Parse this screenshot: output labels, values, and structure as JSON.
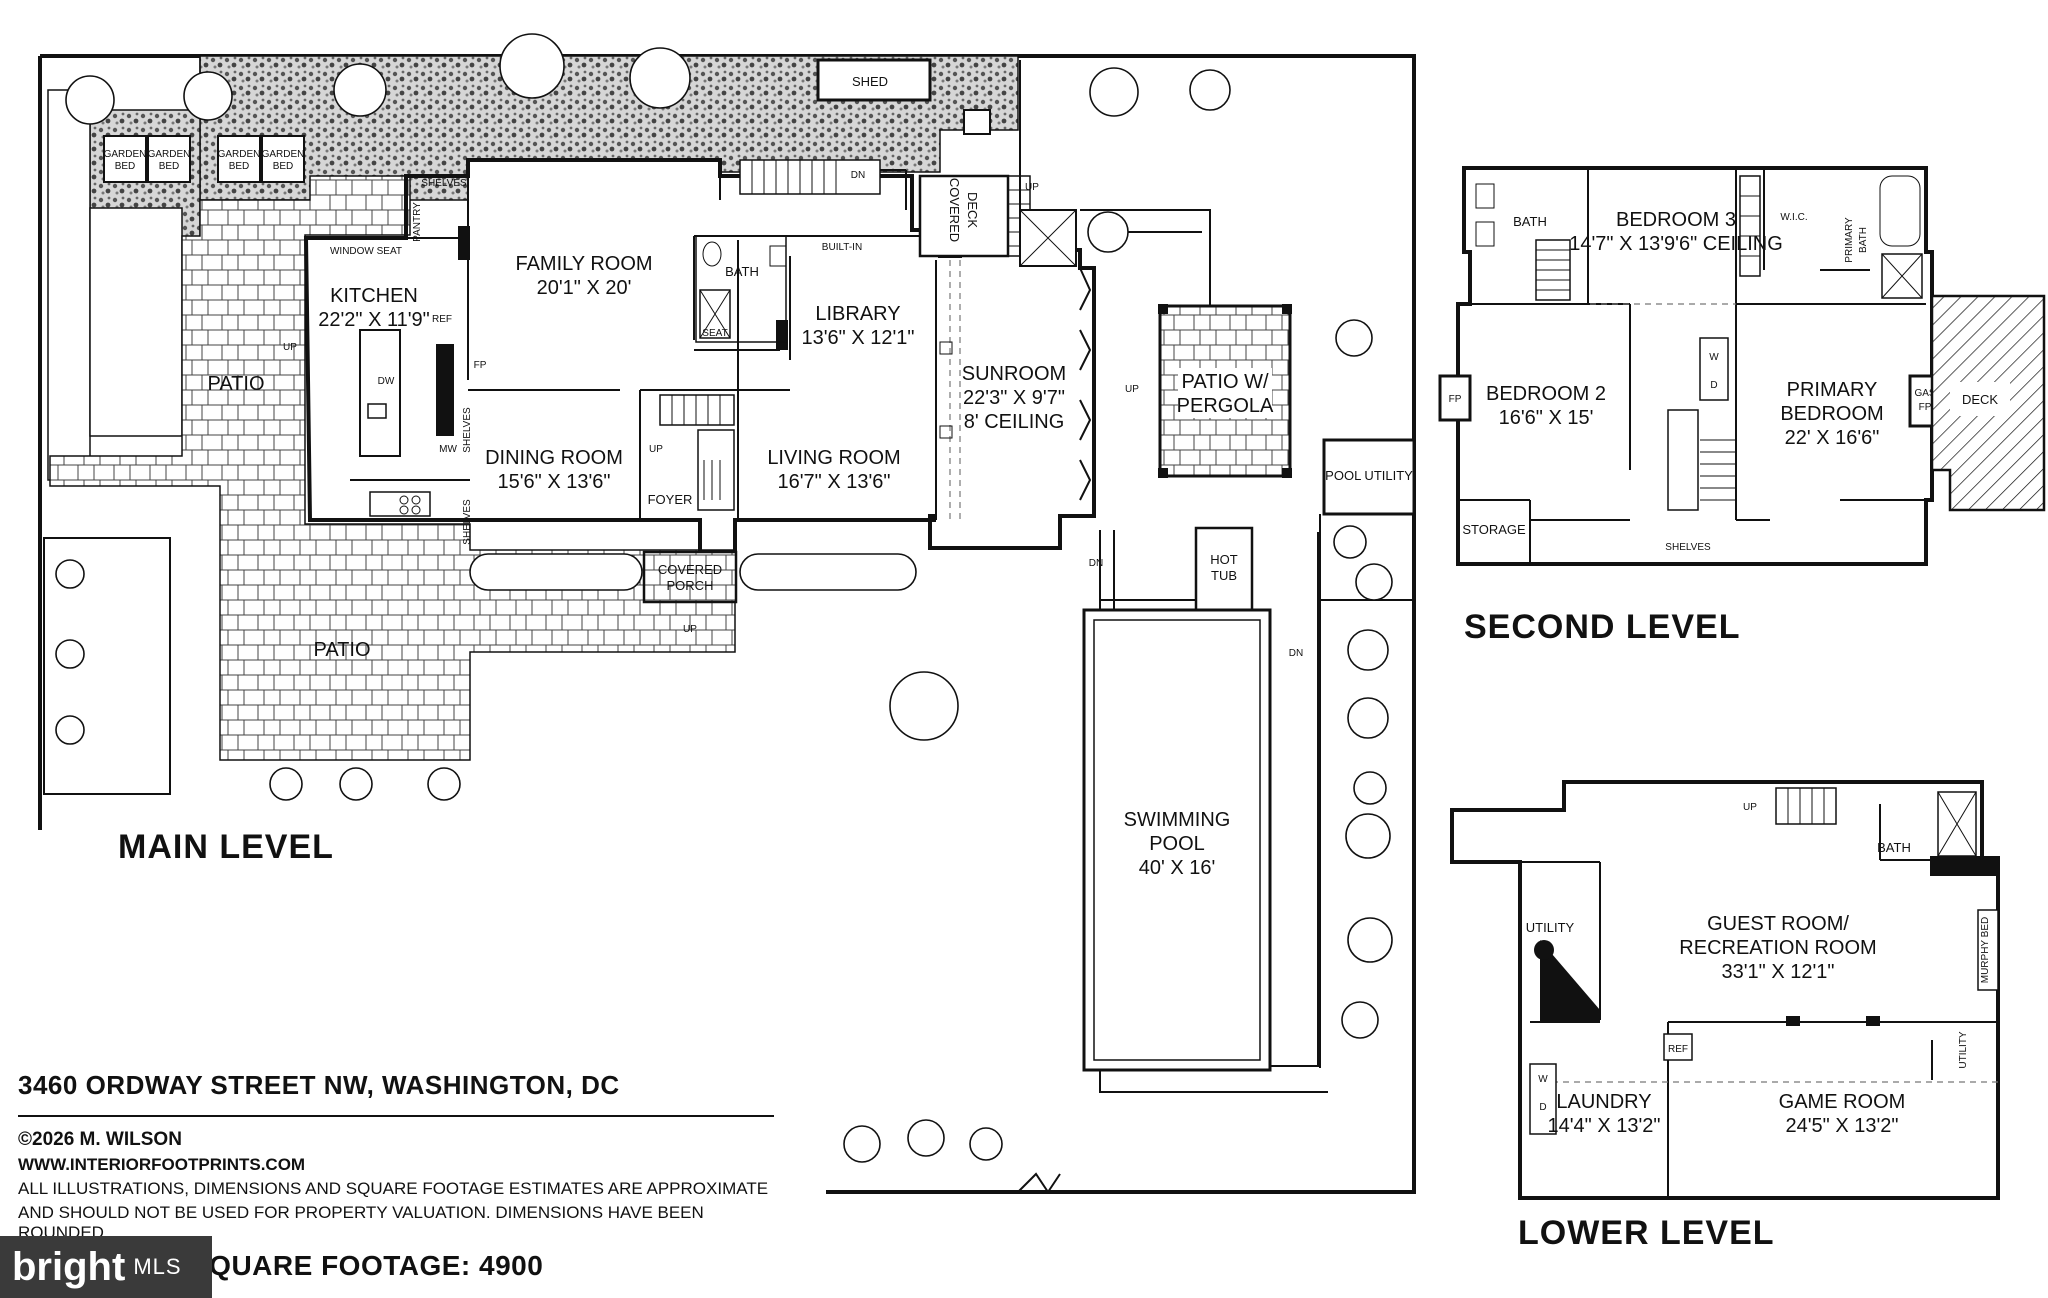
{
  "levels": {
    "main": "MAIN LEVEL",
    "second": "SECOND LEVEL",
    "lower": "LOWER LEVEL"
  },
  "main_rooms": {
    "family_room": {
      "name": "FAMILY ROOM",
      "dims": "20'1\" X 20'"
    },
    "kitchen": {
      "name": "KITCHEN",
      "dims": "22'2\" X 11'9\""
    },
    "library": {
      "name": "LIBRARY",
      "dims": "13'6\" X 12'1\""
    },
    "sunroom": {
      "name": "SUNROOM",
      "dims": "22'3\" X 9'7\"",
      "ceiling": "8' CEILING"
    },
    "dining_room": {
      "name": "DINING ROOM",
      "dims": "15'6\" X 13'6\""
    },
    "living_room": {
      "name": "LIVING ROOM",
      "dims": "16'7\" X 13'6\""
    },
    "swimming_pool": {
      "name": "SWIMMING",
      "name2": "POOL",
      "dims": "40' X 16'"
    },
    "patio_pergola": {
      "name": "PATIO W/",
      "name2": "PERGOLA"
    },
    "covered_porch": {
      "name": "COVERED",
      "name2": "PORCH"
    },
    "covered_deck": {
      "name": "COVERED",
      "name2": "DECK"
    },
    "hot_tub": {
      "name": "HOT",
      "name2": "TUB"
    }
  },
  "main_labels": {
    "patio": "PATIO",
    "shed": "SHED",
    "garden_bed": "GARDEN",
    "garden_bed2": "BED",
    "shelves": "SHELVES",
    "pantry": "PANTRY",
    "window_seat": "WINDOW SEAT",
    "built_in": "BUILT-IN",
    "bath": "BATH",
    "seat": "SEAT",
    "ref": "REF",
    "fp": "FP",
    "dw": "DW",
    "mw": "MW",
    "foyer": "FOYER",
    "pool_utility": "POOL UTILITY",
    "up": "UP",
    "dn": "DN"
  },
  "second_rooms": {
    "bath": "BATH",
    "bedroom3": {
      "name": "BEDROOM 3",
      "dims": "14'7\" X 13'9'6\" CEILING"
    },
    "wic": "W.I.C.",
    "primary_bath": {
      "name": "PRIMARY",
      "name2": "BATH"
    },
    "bedroom2": {
      "name": "BEDROOM 2",
      "dims": "16'6\" X 15'"
    },
    "primary_bedroom": {
      "name": "PRIMARY",
      "name2": "BEDROOM",
      "dims": "22' X 16'6\""
    },
    "deck": "DECK",
    "storage": "STORAGE",
    "shelves": "SHELVES",
    "fp": "FP",
    "gas_fp": "GAS",
    "gas_fp2": "FP",
    "w": "W",
    "d": "D"
  },
  "lower_rooms": {
    "guest_room": {
      "name": "GUEST ROOM/",
      "name2": "RECREATION ROOM",
      "dims": "33'1\" X 12'1\""
    },
    "utility": "UTILITY",
    "bath": "BATH",
    "murphy_bed": "MURPHY BED",
    "laundry": {
      "name": "LAUNDRY",
      "dims": "14'4\" X 13'2\""
    },
    "game_room": {
      "name": "GAME ROOM",
      "dims": "24'5\" X 13'2\""
    },
    "ref": "REF",
    "w": "W",
    "d": "D",
    "up": "UP"
  },
  "caption": {
    "address": "3460 ORDWAY STREET NW, WASHINGTON, DC",
    "copyright": "©2026 M. WILSON",
    "website": "WWW.INTERIORFOOTPRINTS.COM",
    "disclaimer1": "ALL ILLUSTRATIONS, DIMENSIONS AND SQUARE FOOTAGE ESTIMATES ARE APPROXIMATE",
    "disclaimer2": "AND  SHOULD NOT BE USED FOR PROPERTY VALUATION. DIMENSIONS HAVE BEEN ROUNDED.",
    "sqft": "SQUARE FOOTAGE: 4900"
  },
  "logo": {
    "brand": "bright",
    "suffix": "MLS"
  }
}
